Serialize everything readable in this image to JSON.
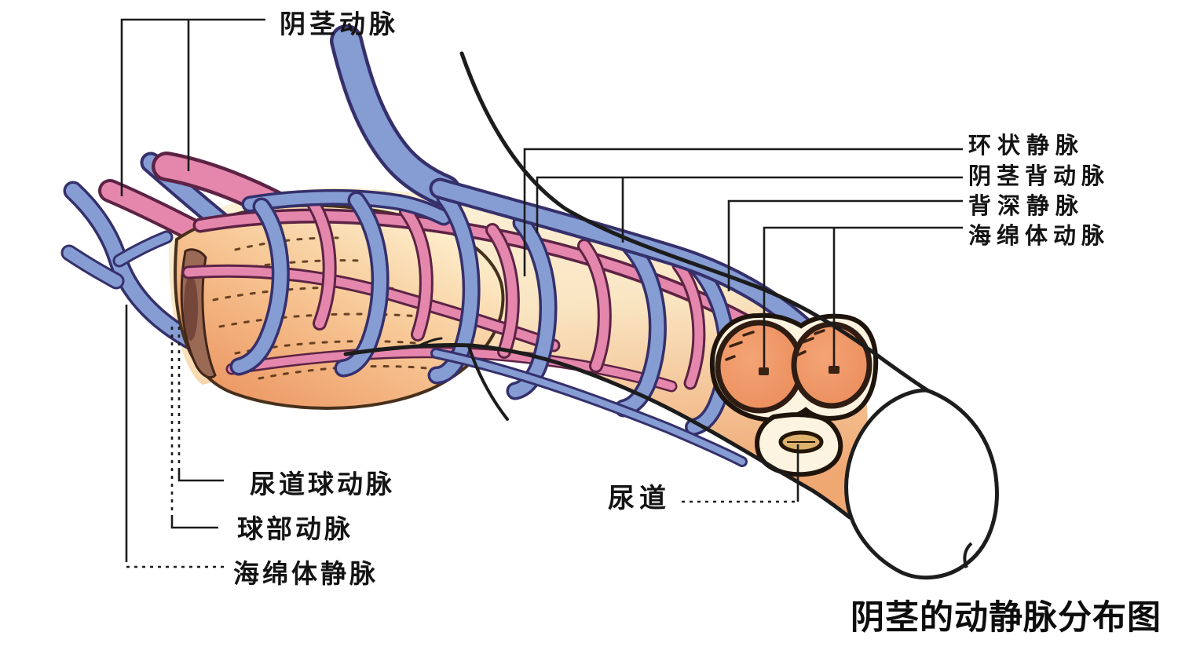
{
  "title": "阴茎的动静脉分布图",
  "labels": {
    "penile_artery": "阴茎动脉",
    "circular_vein": "环状静脉",
    "dorsal_penile_artery": "阴茎背动脉",
    "deep_dorsal_vein": "背深静脉",
    "cavernous_artery": "海绵体动脉",
    "urethral_bulb_artery": "尿道球动脉",
    "bulbar_artery": "球部动脉",
    "cavernous_vein": "海绵体静脉",
    "urethra": "尿道"
  },
  "colors": {
    "ink": "#1c1c1c",
    "vein_blue": "#8ba3da",
    "vein_dark": "#35306b",
    "artery_pink": "#ec8db2",
    "artery_dark": "#5c2344",
    "tissue_cream": "#faf0d9",
    "tissue_orange": "#ef9d68",
    "corpus_orange": "#ef9164",
    "urethra_tan": "#dcb26c",
    "background": "#ffffff"
  }
}
